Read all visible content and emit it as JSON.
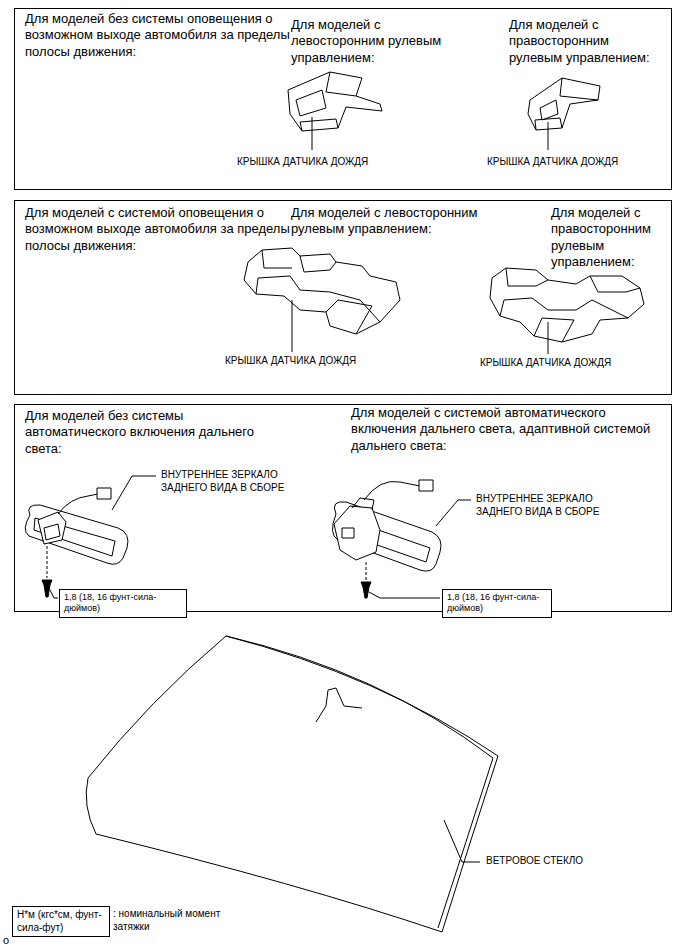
{
  "diagram": {
    "nodes": [
      {
        "text": [
          "Для моделей без системы оповещения о возможном выходе автомобиля за пределы полосы движения:",
          "Для моделей с левосторонним рулевым управлением:",
          "КРЫШКА ДАТЧИКА ДОЖДЯ",
          "Для моделей с правосторонним рулевым управлением:",
          "КРЫШКА ДАТЧИКА ДОЖДЯ"
        ]
      },
      {
        "text": [
          "Для моделей с системой оповещения о возможном выходе автомобиля за пределы полосы движения:",
          "Для моделей с левосторонним рулевым управлением:",
          "Для моделей с правосторонним рулевым управлением:",
          "КРЫШКА ДАТЧИКА ДОЖДЯ",
          "КРЫШКА ДАТЧИКА ДОЖДЯ"
        ]
      },
      {
        "text": [
          "Для моделей без системы автоматического включения дальнего света:",
          "Для моделей с системой автоматического включения дальнего света, адаптивной системой дальнего света:",
          "ВНУТРЕННЕЕ ЗЕРКАЛО ЗАДНЕГО ВИДА В СБОРЕ",
          "ВНУТРЕННЕЕ ЗЕРКАЛО ЗАДНЕГО ВИДА В СБОРЕ"
        ]
      },
      {
        "text": [
          "1,8 (18, 16 фунт-сила-дюймов)"
        ],
        "in": 2
      },
      {
        "text": [
          "1,8 (18, 16 фунт-сила-дюймов)"
        ],
        "in": 2
      },
      {
        "text": [
          "Н*м (кгс*см, фунт-сила-фут)"
        ]
      }
    ],
    "labels": [
      "ВЕТРОВОЕ СТЕКЛО",
      ": номинальный момент затяжки",
      "o"
    ]
  }
}
